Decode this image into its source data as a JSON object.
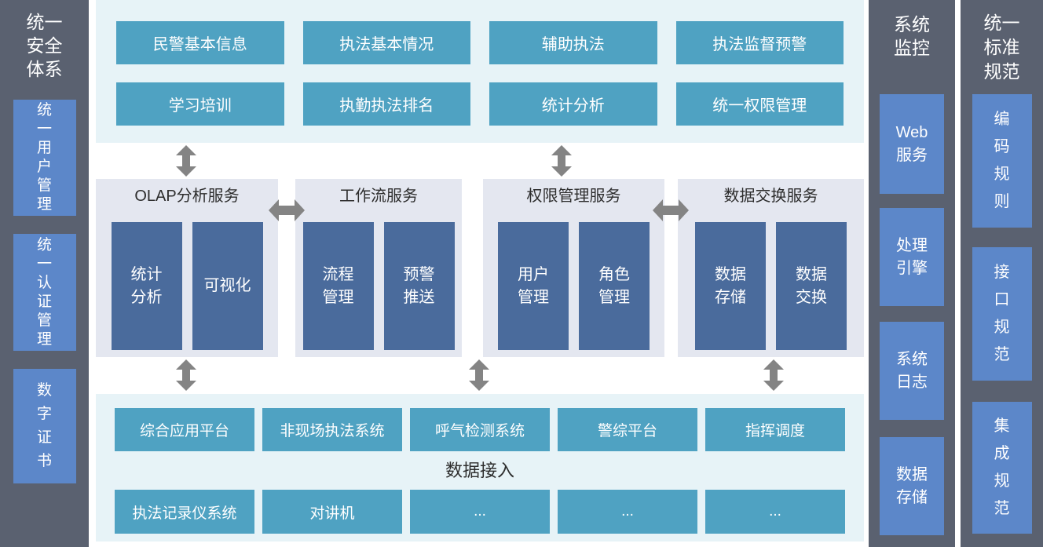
{
  "colors": {
    "side_column_bg": "#5a6170",
    "side_box_blue": "#5c87c9",
    "teal_block": "#4fa2c2",
    "light_teal_bg": "#e7f3f7",
    "panel_bg": "#e4e7f0",
    "panel_box_blue": "#4a6b9c",
    "arrow_gray": "#848484"
  },
  "left_sidebar": {
    "title": "统一\n安全\n体系",
    "items": [
      {
        "label": "统\n一\n用\n户\n管\n理"
      },
      {
        "label": "统\n一\n认\n证\n管\n理"
      },
      {
        "label": "数\n字\n证\n书"
      }
    ]
  },
  "top_apps": {
    "row1": [
      "民警基本信息",
      "执法基本情况",
      "辅助执法",
      "执法监督预警"
    ],
    "row2": [
      "学习培训",
      "执勤执法排名",
      "统计分析",
      "统一权限管理"
    ]
  },
  "services": {
    "panels": [
      {
        "title": "OLAP分析服务",
        "boxes": [
          "统计\n分析",
          "可视化"
        ]
      },
      {
        "title": "工作流服务",
        "boxes": [
          "流程\n管理",
          "预警\n推送"
        ]
      },
      {
        "title": "权限管理服务",
        "boxes": [
          "用户\n管理",
          "角色\n管理"
        ]
      },
      {
        "title": "数据交换服务",
        "boxes": [
          "数据\n存储",
          "数据\n交换"
        ]
      }
    ]
  },
  "data_access": {
    "label": "数据接入",
    "row1": [
      "综合应用平台",
      "非现场执法系统",
      "呼气检测系统",
      "警综平台",
      "指挥调度"
    ],
    "row2": [
      "执法记录仪系统",
      "对讲机",
      "...",
      "...",
      "..."
    ]
  },
  "monitor_column": {
    "title": "系统\n监控",
    "items": [
      "Web\n服务",
      "处理\n引擎",
      "系统\n日志",
      "数据\n存储"
    ]
  },
  "standard_column": {
    "title": "统一\n标准\n规范",
    "items": [
      "编\n码\n规\n则",
      "接\n口\n规\n范",
      "集\n成\n规\n范"
    ]
  }
}
